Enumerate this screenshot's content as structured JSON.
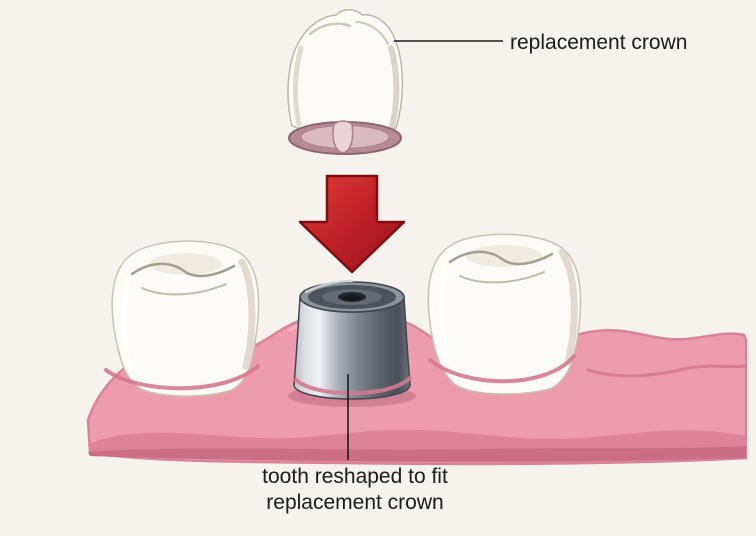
{
  "labels": {
    "crown": "replacement crown",
    "reshaped_line1": "tooth reshaped to fit",
    "reshaped_line2": "replacement crown"
  },
  "colors": {
    "background": "#f6f3ee",
    "gum_main": "#ec9cac",
    "gum_mid": "#dd8399",
    "gum_dark": "#cb6d86",
    "gum_ridge": "#d5798f",
    "tooth_white": "#fcfbf8",
    "crown_rim": "#b48b95",
    "metal_gray": "#7d848c",
    "arrow_red": "#c2232a",
    "leader_line": "#1b1b1b"
  },
  "icons": {
    "down_arrow": "down-arrow-icon"
  }
}
